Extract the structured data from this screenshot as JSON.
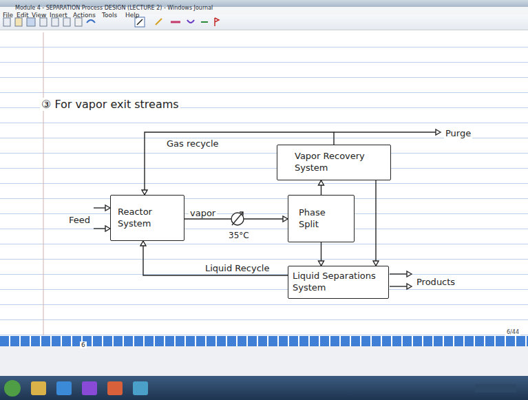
{
  "diagram": {
    "title": "③ For vapor exit streams",
    "nodes": [
      {
        "text": [
          "Reactor System"
        ]
      },
      {
        "text": [
          "Phase Split"
        ]
      },
      {
        "text": [
          "Vapor Recovery System"
        ]
      },
      {
        "text": [
          "Liquid Separations System"
        ]
      }
    ],
    "edges": [
      {
        "from": 0,
        "to": 1,
        "label": "vapor",
        "arrow": "to"
      },
      {
        "from": 1,
        "to": 2,
        "arrow": "to"
      },
      {
        "from": 1,
        "to": 3,
        "arrow": "to"
      },
      {
        "from": 2,
        "to": 0,
        "label": "Gas recycle",
        "arrow": "to"
      },
      {
        "from": 2,
        "to": 3,
        "arrow": "to"
      },
      {
        "from": 3,
        "to": 0,
        "label": "Liquid Recycle",
        "arrow": "to"
      }
    ],
    "labels": [
      "Module 4 - SEPARATION Process DESIGN (LECTURE 2) - Windows Journal",
      "File",
      "Edit",
      "View",
      "Insert",
      "Actions",
      "Tools",
      "Help",
      "Feed",
      "35°C",
      "Purge",
      "Products",
      "6",
      "6/44"
    ]
  }
}
